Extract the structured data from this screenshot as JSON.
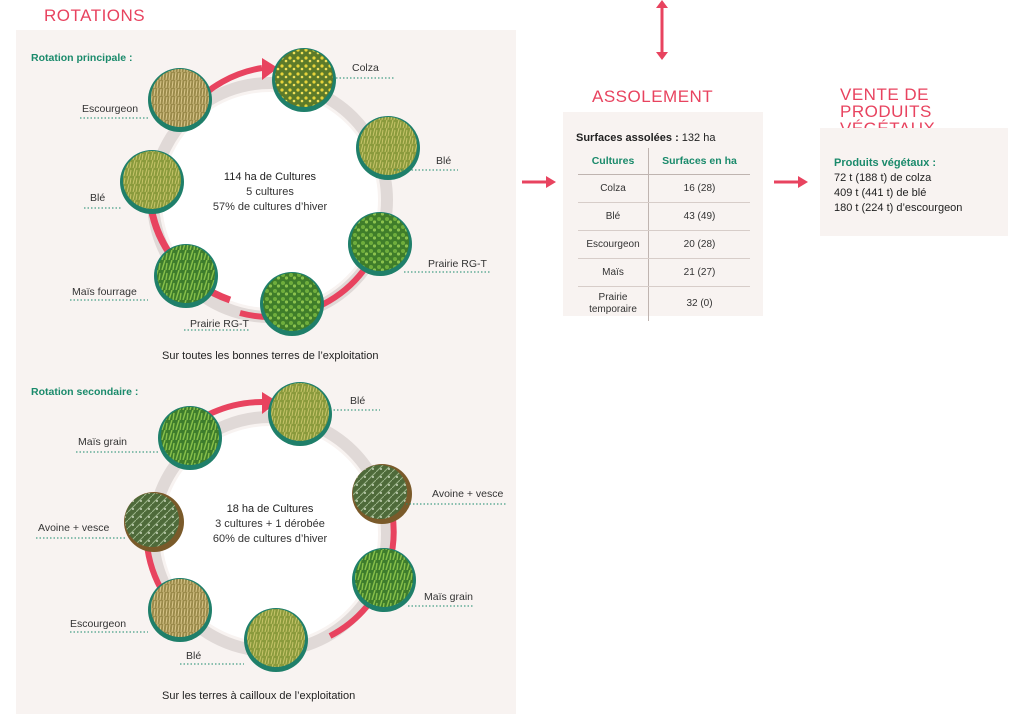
{
  "rotations": {
    "title": "ROTATIONS",
    "principale": {
      "subtitle": "Rotation principale :",
      "center": [
        "114 ha de Cultures",
        "5 cultures",
        "57% de cultures d’hiver"
      ],
      "caption": "Sur toutes les bonnes terres de l’exploitation",
      "crops": [
        {
          "label": "Colza",
          "icon": "colza-photo-icon"
        },
        {
          "label": "Blé",
          "icon": "ble-photo-icon"
        },
        {
          "label": "Prairie RG-T",
          "icon": "prairie-photo-icon"
        },
        {
          "label": "Prairie RG-T",
          "icon": "prairie-photo-icon"
        },
        {
          "label": "Maïs fourrage",
          "icon": "mais-photo-icon"
        },
        {
          "label": "Blé",
          "icon": "ble-photo-icon"
        },
        {
          "label": "Escourgeon",
          "icon": "escourgeon-photo-icon"
        }
      ]
    },
    "secondaire": {
      "subtitle": "Rotation secondaire :",
      "center": [
        "18 ha de Cultures",
        "3 cultures + 1 dérobée",
        "60% de cultures d’hiver"
      ],
      "caption": "Sur les terres à cailloux de l’exploitation",
      "crops": [
        {
          "label": "Blé",
          "icon": "ble-photo-icon"
        },
        {
          "label": "Avoine + vesce",
          "icon": "avoine-vesce-photo-icon"
        },
        {
          "label": "Maïs grain",
          "icon": "mais-photo-icon"
        },
        {
          "label": "Blé",
          "icon": "ble-photo-icon"
        },
        {
          "label": "Escourgeon",
          "icon": "escourgeon-photo-icon"
        },
        {
          "label": "Avoine + vesce",
          "icon": "avoine-vesce-photo-icon"
        },
        {
          "label": "Maïs grain",
          "icon": "mais-photo-icon"
        }
      ]
    }
  },
  "assolement": {
    "title": "ASSOLEMENT",
    "surfaces_label": "Surfaces assolées :",
    "surfaces_value": "132 ha",
    "headers": [
      "Cultures",
      "Surfaces en ha"
    ],
    "rows": [
      [
        "Colza",
        "16 (28)"
      ],
      [
        "Blé",
        "43 (49)"
      ],
      [
        "Escourgeon",
        "20 (28)"
      ],
      [
        "Maïs",
        "21 (27)"
      ],
      [
        "Prairie temporaire",
        "32 (0)"
      ]
    ]
  },
  "vente": {
    "title_line1": "VENTE DE PRODUITS",
    "title_line2": "VÉGÉTAUX",
    "head": "Produits végétaux :",
    "lines": [
      "72 t (188 t) de colza",
      "409 t (441 t) de blé",
      "180 t (224 t) d’escourgeon"
    ]
  },
  "colors": {
    "accent": "#e8435f",
    "green": "#1a8a6b",
    "panel": "#f8f3f1",
    "teal_ring": "#1f7f6a"
  }
}
